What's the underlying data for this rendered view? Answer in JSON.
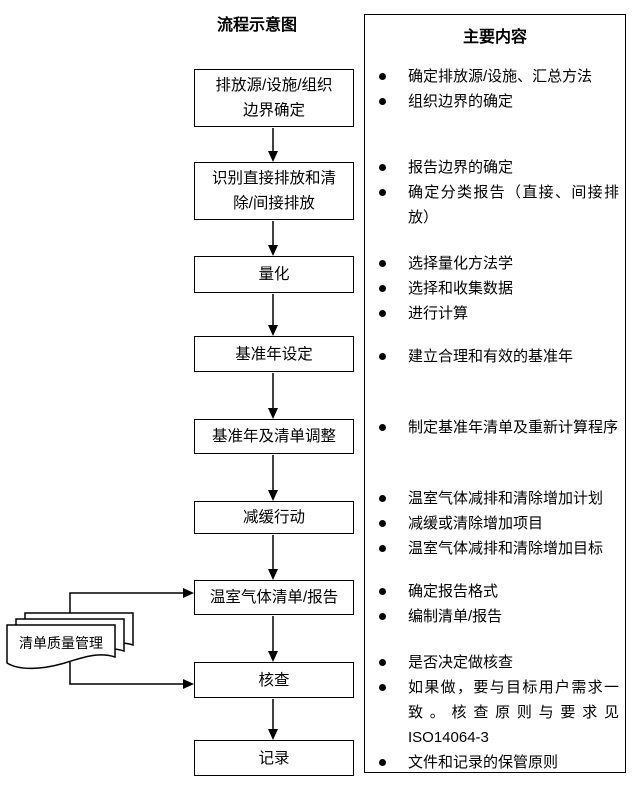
{
  "colors": {
    "line": "#000000",
    "background": "#ffffff",
    "text": "#000000"
  },
  "left": {
    "title": "流程示意图",
    "boxes": [
      {
        "label": "排放源/设施/组织\n边界确定"
      },
      {
        "label": "识别直接排放和清\n除/间接排放"
      },
      {
        "label": "量化"
      },
      {
        "label": "基准年设定"
      },
      {
        "label": "基准年及清单调整"
      },
      {
        "label": "减缓行动"
      },
      {
        "label": "温室气体清单/报告"
      },
      {
        "label": "核查"
      },
      {
        "label": "记录"
      }
    ],
    "side_doc": {
      "label": "清单质量管理"
    }
  },
  "right": {
    "title": "主要内容",
    "groups": [
      {
        "items": [
          "确定排放源/设施、汇总方法",
          "组织边界的确定"
        ]
      },
      {
        "items": [
          "报告边界的确定",
          "确定分类报告（直接、间接排放）"
        ]
      },
      {
        "items": [
          "选择量化方法学",
          "选择和收集数据",
          "进行计算"
        ]
      },
      {
        "items": [
          "建立合理和有效的基准年"
        ]
      },
      {
        "items": [
          "制定基准年清单及重新计算程序"
        ]
      },
      {
        "items": [
          "温室气体减排和清除增加计划",
          "减缓或清除增加项目",
          "温室气体减排和清除增加目标"
        ]
      },
      {
        "items": [
          "确定报告格式",
          "编制清单/报告"
        ]
      },
      {
        "items": [
          "是否决定做核查",
          "如果做，要与目标用户需求一致。核查原则与要求见ISO14064-3",
          "文件和记录的保管原则"
        ]
      }
    ]
  }
}
